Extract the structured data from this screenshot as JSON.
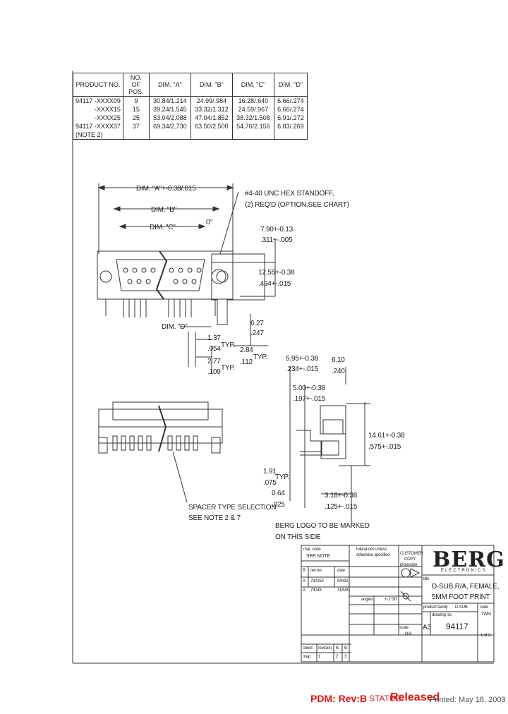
{
  "table": {
    "headers": [
      "PRODUCT NO.",
      "NO. OF POS.",
      "DIM. \"A\"",
      "DIM. \"B\"",
      "DIM. \"C\"",
      "DIM. \"D\""
    ],
    "rows": [
      [
        "94117 -XXXX09",
        "9",
        "30.84/1.214",
        "24.99/.984",
        "16.28/.640",
        "6.66/.274"
      ],
      [
        "-XXXX15",
        "15",
        "39.24/1.545",
        "33.32/1.312",
        "24.59/.967",
        "6.66/.274"
      ],
      [
        "-XXXX25",
        "25",
        "53.04/2.088",
        "47.04/1.852",
        "38.32/1.508",
        "6.91/.272"
      ],
      [
        "94117 -XXXX37",
        "37",
        "69.34/2.730",
        "63.50/2.500",
        "54.76/2.156",
        "6.83/.269"
      ],
      [
        "(NOTE 2)",
        "",
        "",
        "",
        "",
        ""
      ]
    ]
  },
  "drawing": {
    "dim_a": "DIM. \"A\"+-0.38/.015",
    "dim_b": "DIM. \"B\"",
    "dim_c": "DIM. \"C\"",
    "dim_d": "DIM. \"D\"",
    "standoff_1": "#4-40 UNC HEX STANDOFF,",
    "standoff_2": "(2) REQ'D (OPTION,SEE CHART)",
    "zero_deg": "0°",
    "d790_a": "7.90+-0.13",
    "d790_b": ".311+-.005",
    "d1255_a": "12.55+-0.38",
    "d1255_b": ".494+-.015",
    "d627_a": "6.27",
    "d627_b": ".247",
    "d137_a": "1.37",
    "d137_b": ".054",
    "typ1": "TYP.",
    "d284_a": "2.84",
    "d284_b": ".112",
    "typ2": "TYP.",
    "d277_a": "2.77",
    "d277_b": ".109",
    "typ3": "TYP.",
    "d595_a": "5.95+-0.38",
    "d595_b": ".234+-.015",
    "d610_a": "6.10",
    "d610_b": ".240",
    "d500_a": "5.00+-0.38",
    "d500_b": ".197+-.015",
    "d1461_a": "14.61+-0.38",
    "d1461_b": ".575+-.015",
    "d191_a": "1.91",
    "d191_b": ".075",
    "typ4": "TYP.",
    "d064_a": "0.64",
    "d064_b": ".025",
    "d318_a": "3.18+-0.38",
    "d318_b": ".125+-.015",
    "spacer_1": "SPACER TYPE SELECTION",
    "spacer_2": "SEE NOTE 2 & 7",
    "logo_note_1": "BERG LOGO TO BE MARKED",
    "logo_note_2": "ON THIS SIDE"
  },
  "title_block": {
    "mat_code": "mat. code",
    "see_note": "SEE NOTE",
    "unless_1": "tolerances unless",
    "unless_2": "otherwise specified",
    "customer_copy_1": "CUSTOMER",
    "customer_copy_2": "COPY",
    "projection": "projection",
    "logo": "BERG",
    "logo_sub": "ELECTRONICS",
    "title_label": "title",
    "title_1": "D-SUB,R/A, FEMALE,",
    "title_2": "5MM FOOT PRINT",
    "product_family": "product family",
    "product_family_val": "D-SUB",
    "code": "code",
    "code_val": "TWM",
    "drawing_no_label": "drawing no.",
    "size": "A3",
    "drawing_no": "94117",
    "sheet": "1 of 3",
    "scale": "scale",
    "scale_val": "N/A",
    "angles": "angles",
    "angles_val": "+-2°30'",
    "rev_rows": [
      [
        "B",
        "rev.rec",
        "",
        "date"
      ],
      [
        "A",
        "730262",
        "",
        "9/4/92"
      ],
      [
        "A",
        "73045",
        "",
        "11/5/91"
      ]
    ],
    "sheet_label": "sheet",
    "revision_label": "revision",
    "rev_b1": "B",
    "rev_b2": "B",
    "map_label": "map",
    "sheet_val1": "1",
    "sheet_val2": "2",
    "sheet_val3": "3"
  },
  "footer": {
    "pdm": "PDM: Rev:B",
    "status_label": "STATUS:",
    "status_value": "Released",
    "printed": "Printed: May 18, 2003"
  }
}
